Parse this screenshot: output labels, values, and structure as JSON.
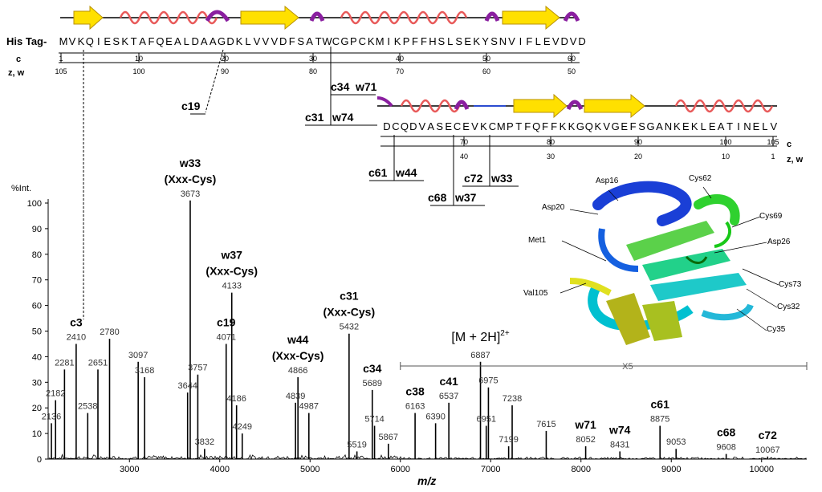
{
  "sequence": {
    "tag_label": "His Tag-",
    "row1": "MVKQIESKTAFQEALDAAGDKLVVVDFSATWCGPCKMIKPFFHSLSEKYSNVIFLEVDVD",
    "row2": "DCQDVASECEVKCMPTFQFFKKGQKVGEFSGANKEKLEATINELV",
    "c_axis_label": "c",
    "zw_axis_label": "z, w",
    "row1_c_ticks": [
      "1",
      "10",
      "20",
      "30",
      "40",
      "50",
      "60"
    ],
    "row1_zw_ticks": [
      "105",
      "100",
      "90",
      "80",
      "70",
      "60",
      "50"
    ],
    "row2_c_ticks": [
      "70",
      "80",
      "90",
      "100",
      "105"
    ],
    "row2_zw_ticks": [
      "40",
      "30",
      "20",
      "10",
      "1"
    ]
  },
  "cleavage_labels": [
    {
      "c": "c19",
      "w": ""
    },
    {
      "c": "c34",
      "w": "w71"
    },
    {
      "c": "c31",
      "w": "w74"
    },
    {
      "c": "c61",
      "w": "w44"
    },
    {
      "c": "c72",
      "w": "w33"
    },
    {
      "c": "c68",
      "w": "w37"
    }
  ],
  "structure_labels": [
    "Asp16",
    "Cys62",
    "Asp20",
    "Cys69",
    "Met1",
    "Asp26",
    "Cys73",
    "Val105",
    "Cys32",
    "Cy35"
  ],
  "chart_data": {
    "type": "line",
    "title": "",
    "xlabel": "m/z",
    "ylabel": "%Int.",
    "xlim": [
      2100,
      10500
    ],
    "ylim": [
      0,
      100
    ],
    "x_ticks": [
      3000,
      4000,
      5000,
      6000,
      7000,
      8000,
      9000,
      10000
    ],
    "y_ticks": [
      0,
      10,
      20,
      30,
      40,
      50,
      60,
      70,
      80,
      90,
      100
    ],
    "zoom_label": "X5",
    "zoom_range": [
      6000,
      10500
    ],
    "peaks": [
      {
        "x": 2136,
        "y": 14
      },
      {
        "x": 2182,
        "y": 23
      },
      {
        "x": 2281,
        "y": 35
      },
      {
        "x": 2410,
        "y": 45
      },
      {
        "x": 2538,
        "y": 18
      },
      {
        "x": 2651,
        "y": 35
      },
      {
        "x": 2780,
        "y": 47
      },
      {
        "x": 3097,
        "y": 38
      },
      {
        "x": 3168,
        "y": 32
      },
      {
        "x": 3644,
        "y": 26
      },
      {
        "x": 3673,
        "y": 101
      },
      {
        "x": 3757,
        "y": 33
      },
      {
        "x": 3832,
        "y": 4
      },
      {
        "x": 4071,
        "y": 45
      },
      {
        "x": 4133,
        "y": 65
      },
      {
        "x": 4186,
        "y": 21
      },
      {
        "x": 4249,
        "y": 10
      },
      {
        "x": 4839,
        "y": 22
      },
      {
        "x": 4866,
        "y": 32
      },
      {
        "x": 4987,
        "y": 18
      },
      {
        "x": 5432,
        "y": 49
      },
      {
        "x": 5519,
        "y": 3
      },
      {
        "x": 5689,
        "y": 27
      },
      {
        "x": 5714,
        "y": 13
      },
      {
        "x": 5867,
        "y": 6
      },
      {
        "x": 6163,
        "y": 18
      },
      {
        "x": 6390,
        "y": 14
      },
      {
        "x": 6537,
        "y": 22
      },
      {
        "x": 6887,
        "y": 38
      },
      {
        "x": 6951,
        "y": 13
      },
      {
        "x": 6975,
        "y": 28
      },
      {
        "x": 7199,
        "y": 5
      },
      {
        "x": 7238,
        "y": 21
      },
      {
        "x": 7615,
        "y": 11
      },
      {
        "x": 8052,
        "y": 5
      },
      {
        "x": 8431,
        "y": 3
      },
      {
        "x": 8875,
        "y": 13
      },
      {
        "x": 9053,
        "y": 4
      },
      {
        "x": 9608,
        "y": 2
      },
      {
        "x": 10067,
        "y": 1
      }
    ],
    "annotations": [
      {
        "x": 3673,
        "text": "w33",
        "sub": "(Xxx-Cys)"
      },
      {
        "x": 4133,
        "text": "w37",
        "sub": "(Xxx-Cys)"
      },
      {
        "x": 4071,
        "text": "c19",
        "sub": ""
      },
      {
        "x": 4866,
        "text": "w44",
        "sub": "(Xxx-Cys)"
      },
      {
        "x": 5432,
        "text": "c31",
        "sub": "(Xxx-Cys)"
      },
      {
        "x": 5689,
        "text": "c34",
        "sub": ""
      },
      {
        "x": 2410,
        "text": "c3",
        "sub": ""
      },
      {
        "x": 6163,
        "text": "c38",
        "sub": ""
      },
      {
        "x": 6537,
        "text": "c41",
        "sub": ""
      },
      {
        "x": 6887,
        "text": "[M + 2H]",
        "sup": "2+"
      },
      {
        "x": 8052,
        "text": "w71",
        "sub": ""
      },
      {
        "x": 8431,
        "text": "w74",
        "sub": ""
      },
      {
        "x": 8875,
        "text": "c61",
        "sub": ""
      },
      {
        "x": 9608,
        "text": "c68",
        "sub": ""
      },
      {
        "x": 10067,
        "text": "c72",
        "sub": ""
      }
    ]
  }
}
